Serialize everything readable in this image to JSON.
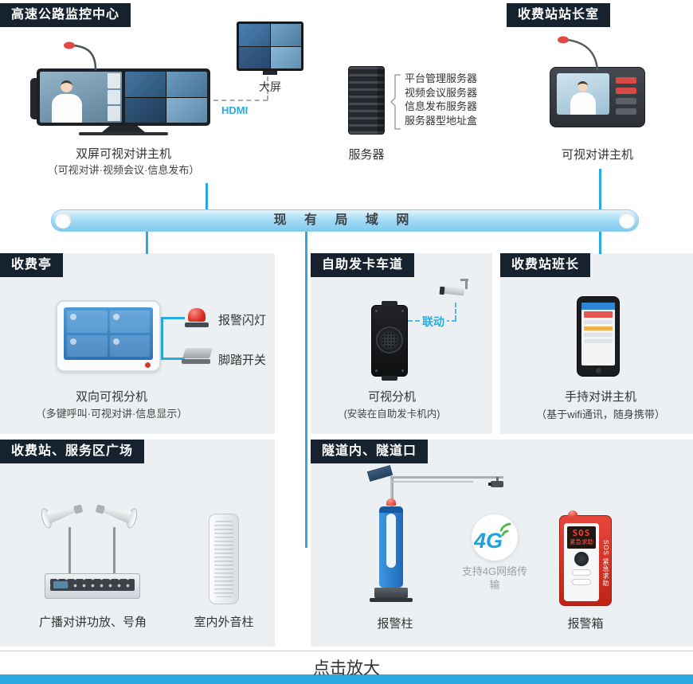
{
  "page": {
    "footer_label": "点击放大"
  },
  "lan": {
    "label": "现 有 局 域 网"
  },
  "monitor_center": {
    "title": "高速公路监控中心",
    "big_screen_label": "大屏",
    "hdmi_label": "HDMI",
    "host_label": "双屏可视对讲主机",
    "host_sub": "（可视对讲·视频会议·信息发布）",
    "server_label": "服务器",
    "server_list": [
      "平台管理服务器",
      "视频会议服务器",
      "信息发布服务器",
      "服务器型地址盒"
    ]
  },
  "station_master": {
    "title": "收费站站长室",
    "device_label": "可视对讲主机"
  },
  "toll_booth": {
    "title": "收费亭",
    "device_label": "双向可视分机",
    "device_sub": "（多键呼叫·可视对讲·信息显示）",
    "alarm_light_label": "报警闪灯",
    "foot_switch_label": "脚踏开关"
  },
  "card_lane": {
    "title": "自助发卡车道",
    "linkage_label": "联动",
    "device_label": "可视分机",
    "device_sub": "(安装在自助发卡机内)"
  },
  "foreman": {
    "title": "收费站班长",
    "device_label": "手持对讲主机",
    "device_sub": "（基于wifi通讯，随身携带）"
  },
  "plaza": {
    "title": "收费站、服务区广场",
    "amp_label": "广播对讲功放、号角",
    "column_label": "室内外音柱"
  },
  "tunnel": {
    "title": "隧道内、隧道口",
    "pole_label": "报警柱",
    "g4_label": "4G",
    "g4_sub": "支持4G网络传输",
    "box_label": "报警箱",
    "led_sos": "SOS",
    "led_sub": "紧急求助",
    "box_strip": "SOS 紧急求助"
  }
}
